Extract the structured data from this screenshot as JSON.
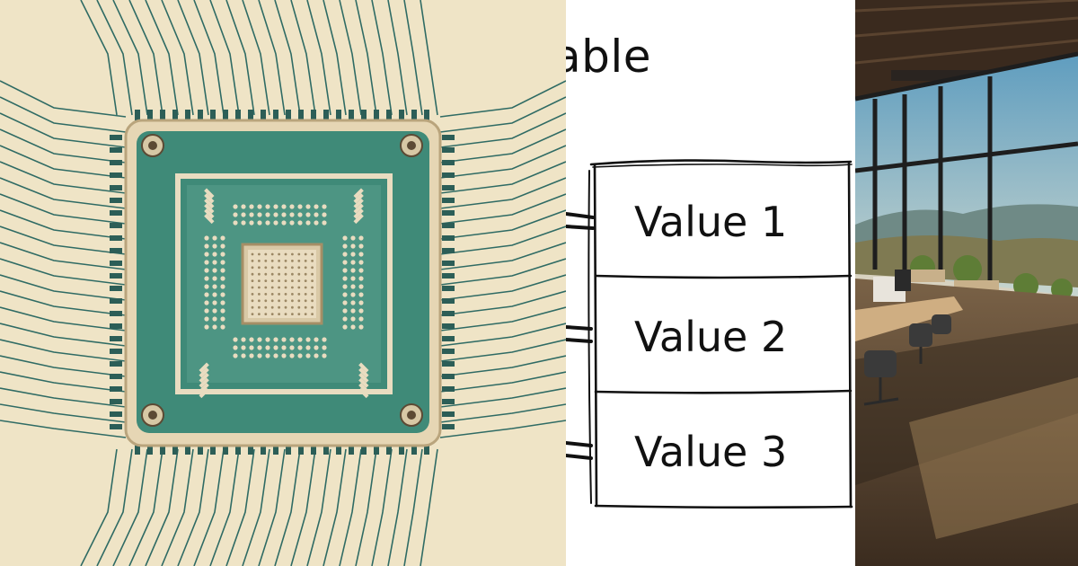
{
  "table_panel": {
    "heading": "able",
    "values": [
      "Value 1",
      "Value 2",
      "Value 3"
    ]
  },
  "colors": {
    "chip_background": "#efe4c6",
    "chip_package": "#3f8a78",
    "chip_die": "#e9dcc0",
    "trace": "#2f6b64",
    "ink": "#111111",
    "office_sky": "#6fa9c8",
    "office_floor": "#4a3a2a"
  },
  "icons": [
    "cpu-chip-illustration",
    "office-interior-photo"
  ]
}
